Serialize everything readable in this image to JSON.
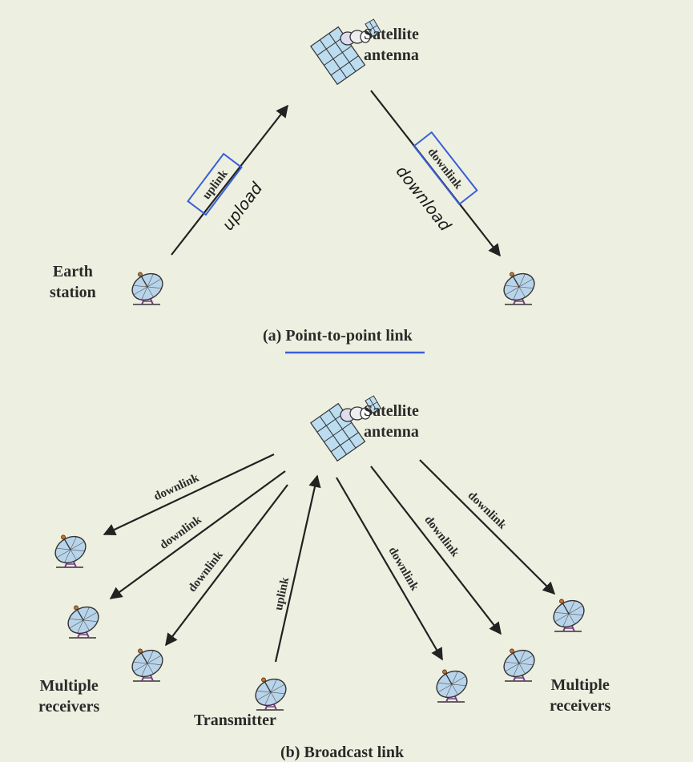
{
  "panel_a": {
    "satellite_label_1": "Satellite",
    "satellite_label_2": "antenna",
    "earth_label_1": "Earth",
    "earth_label_2": "station",
    "uplink": "uplink",
    "downlink": "downlink",
    "handwritten_upload": "upload",
    "handwritten_download": "download",
    "caption_prefix": "(a)",
    "caption_main": "Point-to-point link"
  },
  "panel_b": {
    "satellite_label_1": "Satellite",
    "satellite_label_2": "antenna",
    "downlink": "downlink",
    "uplink": "uplink",
    "left_receivers_1": "Multiple",
    "left_receivers_2": "receivers",
    "right_receivers_1": "Multiple",
    "right_receivers_2": "receivers",
    "transmitter": "Transmitter",
    "caption": "(b) Broadcast link"
  },
  "colors": {
    "background": "#edf0e0",
    "highlight_box": "#3a5ed8",
    "dish": "#b8d4ea",
    "mast": "#7a3a8a",
    "arrow": "#222222"
  }
}
